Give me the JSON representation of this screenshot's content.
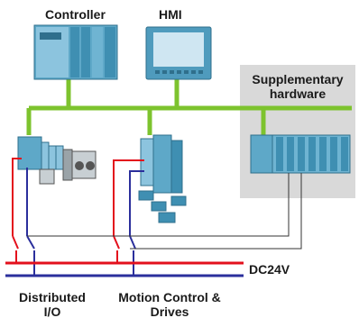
{
  "labels": {
    "controller": "Controller",
    "hmi": "HMI",
    "supplementary_line1": "Supplementary",
    "supplementary_line2": "hardware",
    "dc24v": "DC24V",
    "distributed_line1": "Distributed",
    "distributed_line2": "I/O",
    "motion_line1": "Motion Control &",
    "motion_line2": "Drives"
  },
  "colors": {
    "network": "#7dc32e",
    "positive_rail": "#e3101c",
    "negative_rail": "#2b2f9c",
    "device_body": "#5ea8c8",
    "supplementary_panel": "#d9d9d9"
  },
  "icons": {
    "controller": "plc-controller-icon",
    "hmi": "hmi-panel-icon",
    "distributed_io": "distributed-io-rack-icon",
    "motion": "drive-and-motors-icon",
    "supplementary": "io-module-rack-icon"
  }
}
